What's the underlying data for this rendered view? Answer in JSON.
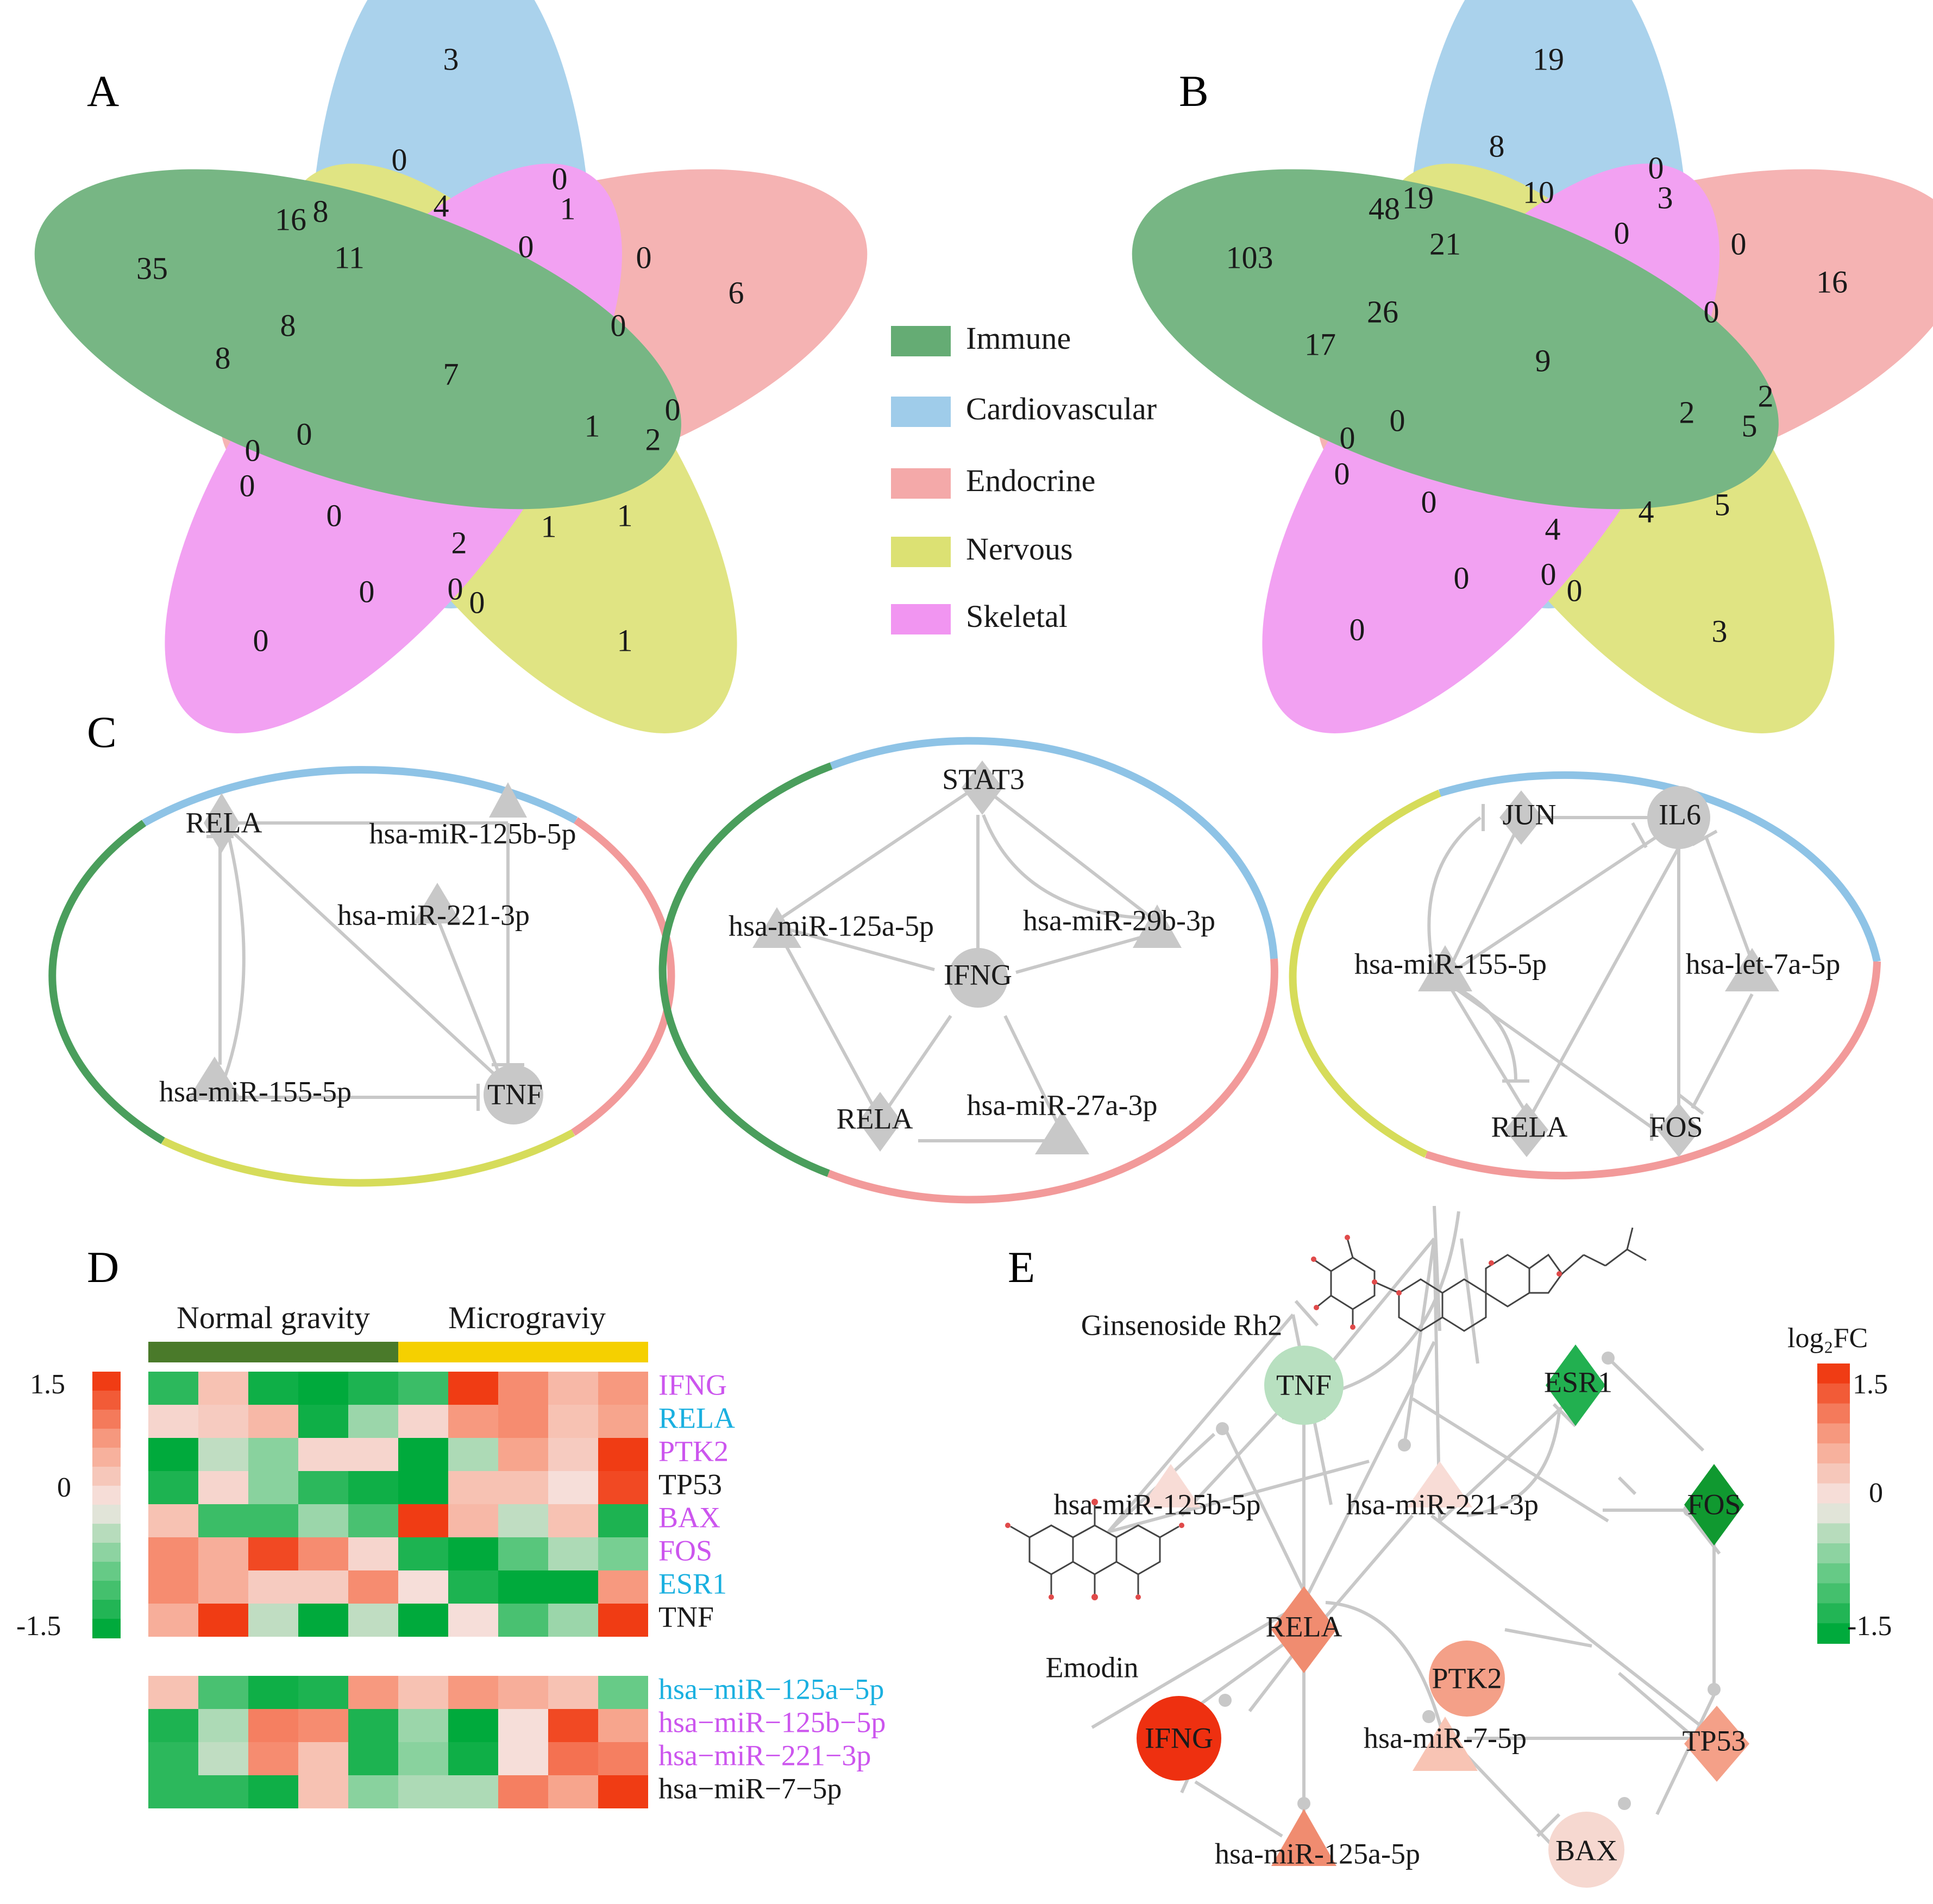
{
  "panels": {
    "A": "A",
    "B": "B",
    "C": "C",
    "D": "D",
    "E": "E"
  },
  "legend": {
    "items": [
      {
        "label": "Immune",
        "color": "#4a9e5c"
      },
      {
        "label": "Cardiovascular",
        "color": "#8ec3e6"
      },
      {
        "label": "Endocrine",
        "color": "#f29a9a"
      },
      {
        "label": "Nervous",
        "color": "#d6dc5a"
      },
      {
        "label": "Skeletal",
        "color": "#ee82ee"
      }
    ]
  },
  "venn_A": {
    "regions": [
      "3",
      "0",
      "0",
      "4",
      "1",
      "16",
      "8",
      "11",
      "0",
      "0",
      "6",
      "35",
      "8",
      "8",
      "0",
      "7",
      "1",
      "0",
      "2",
      "0",
      "0",
      "0",
      "0",
      "2",
      "1",
      "1",
      "0",
      "0",
      "0",
      "0",
      "1"
    ]
  },
  "venn_B": {
    "regions": [
      "19",
      "8",
      "0",
      "19",
      "10",
      "3",
      "48",
      "21",
      "0",
      "0",
      "16",
      "103",
      "26",
      "17",
      "0",
      "9",
      "2",
      "5",
      "2",
      "0",
      "0",
      "0",
      "0",
      "4",
      "4",
      "5",
      "0",
      "0",
      "0",
      "0",
      "3"
    ]
  },
  "networks": {
    "net1": {
      "nodes": [
        "RELA",
        "hsa-miR-125b-5p",
        "hsa-miR-221-3p",
        "hsa-miR-155-5p",
        "TNF"
      ]
    },
    "net2": {
      "nodes": [
        "STAT3",
        "hsa-miR-125a-5p",
        "hsa-miR-29b-3p",
        "IFNG",
        "RELA",
        "hsa-miR-27a-3p"
      ]
    },
    "net3": {
      "nodes": [
        "JUN",
        "IL6",
        "hsa-miR-155-5p",
        "hsa-let-7a-5p",
        "RELA",
        "FOS"
      ]
    }
  },
  "heatmap": {
    "groups": [
      "Normal gravity",
      "Micrograviy"
    ],
    "group_colors": [
      "#4a7a2a",
      "#f5d000"
    ],
    "scale": {
      "max": "1.5",
      "mid": "0",
      "min": "-1.5"
    },
    "genes": [
      {
        "label": "IFNG",
        "color": "#cc55ee",
        "values": [
          -1.2,
          0.4,
          -1.4,
          -1.5,
          -1.3,
          -1.1,
          1.5,
          0.9,
          0.5,
          0.8
        ]
      },
      {
        "label": "RELA",
        "color": "#1ab0e0",
        "values": [
          0.2,
          0.3,
          0.5,
          -1.4,
          -0.5,
          0.2,
          0.8,
          0.9,
          0.4,
          0.7
        ]
      },
      {
        "label": "PTK2",
        "color": "#cc55ee",
        "values": [
          -1.5,
          -0.3,
          -0.6,
          0.2,
          0.2,
          -1.5,
          -0.4,
          0.7,
          0.3,
          1.5
        ]
      },
      {
        "label": "TP53",
        "color": "#1a1a1a",
        "values": [
          -1.3,
          0.2,
          -0.6,
          -1.2,
          -1.4,
          -1.5,
          0.4,
          0.4,
          0.1,
          1.4
        ]
      },
      {
        "label": "BAX",
        "color": "#cc55ee",
        "values": [
          0.4,
          -1.1,
          -1.1,
          -0.5,
          -1.0,
          1.5,
          0.5,
          -0.3,
          0.4,
          -1.3
        ]
      },
      {
        "label": "FOS",
        "color": "#cc55ee",
        "values": [
          0.9,
          0.6,
          1.4,
          0.9,
          0.2,
          -1.3,
          -1.5,
          -0.9,
          -0.4,
          -0.7
        ]
      },
      {
        "label": "ESR1",
        "color": "#1ab0e0",
        "values": [
          0.9,
          0.6,
          0.3,
          0.3,
          0.9,
          0.1,
          -1.3,
          -1.5,
          -1.5,
          0.8
        ]
      },
      {
        "label": "TNF",
        "color": "#1a1a1a",
        "values": [
          0.6,
          1.5,
          -0.3,
          -1.5,
          -0.3,
          -1.5,
          0.1,
          -1.0,
          -0.5,
          1.5
        ]
      }
    ],
    "mirnas": [
      {
        "label": "hsa−miR−125a−5p",
        "color": "#1ab0e0",
        "values": [
          0.4,
          -1.0,
          -1.4,
          -1.3,
          0.8,
          0.4,
          0.8,
          0.6,
          0.4,
          -0.8
        ]
      },
      {
        "label": "hsa−miR−125b−5p",
        "color": "#cc55ee",
        "values": [
          -1.3,
          -0.4,
          1.0,
          0.9,
          -1.3,
          -0.5,
          -1.5,
          0.1,
          1.4,
          0.7
        ]
      },
      {
        "label": "hsa−miR−221−3p",
        "color": "#cc55ee",
        "values": [
          -1.2,
          -0.3,
          0.9,
          0.4,
          -1.3,
          -0.6,
          -1.4,
          0.1,
          1.1,
          1.0
        ]
      },
      {
        "label": "hsa−miR−7−5p",
        "color": "#1a1a1a",
        "values": [
          -1.2,
          -1.2,
          -1.4,
          0.4,
          -0.6,
          -0.4,
          -0.4,
          1.0,
          0.7,
          1.5
        ]
      }
    ]
  },
  "network_E": {
    "drugs": [
      "Ginsenoside Rh2",
      "Emodin"
    ],
    "scale_title": "log₂FC",
    "scale": {
      "max": "1.5",
      "mid": "0",
      "min": "-1.5"
    },
    "nodes": [
      {
        "label": "TNF",
        "shape": "circle",
        "fill": "#b8e0c0"
      },
      {
        "label": "ESR1",
        "shape": "diamond",
        "fill": "#22b050"
      },
      {
        "label": "FOS",
        "shape": "diamond",
        "fill": "#109930"
      },
      {
        "label": "hsa-miR-125b-5p",
        "shape": "triangle",
        "fill": "#f8dcd6"
      },
      {
        "label": "hsa-miR-221-3p",
        "shape": "triangle",
        "fill": "#f8dcd6"
      },
      {
        "label": "RELA",
        "shape": "diamond",
        "fill": "#f08c70"
      },
      {
        "label": "PTK2",
        "shape": "circle",
        "fill": "#f4a088"
      },
      {
        "label": "IFNG",
        "shape": "circle",
        "fill": "#ee3010"
      },
      {
        "label": "hsa-miR-7-5p",
        "shape": "triangle",
        "fill": "#f8c4b4"
      },
      {
        "label": "TP53",
        "shape": "diamond",
        "fill": "#f4a088"
      },
      {
        "label": "hsa-miR-125a-5p",
        "shape": "triangle",
        "fill": "#f08c70"
      },
      {
        "label": "BAX",
        "shape": "circle",
        "fill": "#f6d8d0"
      }
    ]
  }
}
